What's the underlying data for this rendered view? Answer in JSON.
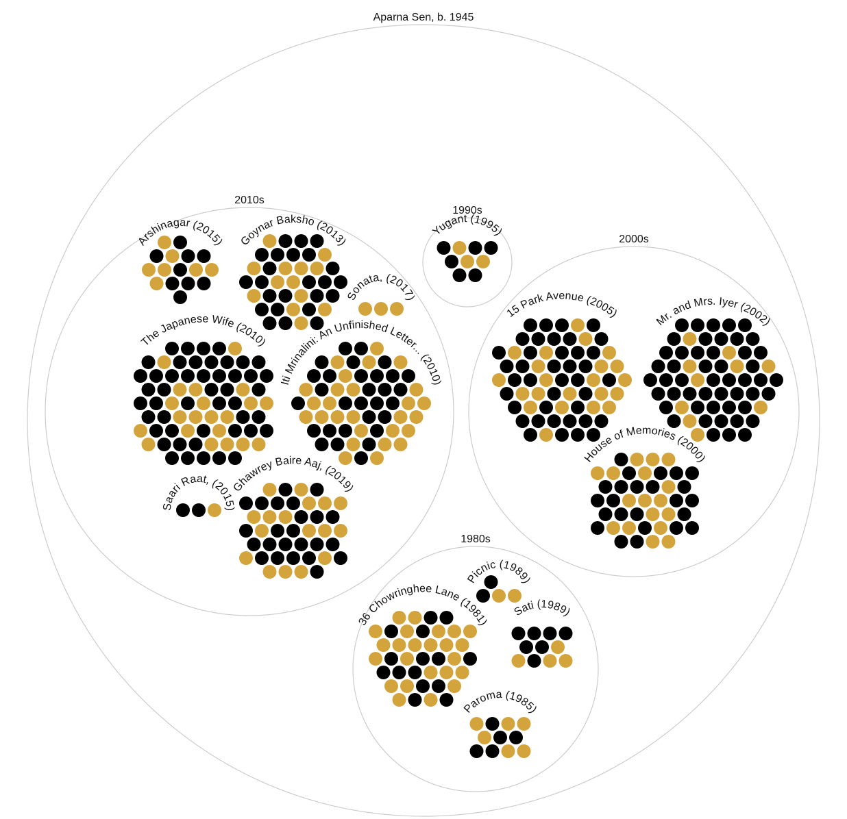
{
  "chart_data": {
    "type": "circle-packing",
    "title": "Aparna Sen, b. 1945",
    "color_key": {
      "gold": "#d4a43c",
      "black": "#000000"
    },
    "groups": [
      {
        "label": "2010s",
        "films": [
          {
            "label": "Arshinagar (2015)",
            "gold": 7,
            "black": 9
          },
          {
            "label": "Goynar Baksho (2013)",
            "gold": 13,
            "black": 24
          },
          {
            "label": "Sonata, (2017)",
            "gold": 3,
            "black": 0
          },
          {
            "label": "The Japanese Wife (2010)",
            "gold": 21,
            "black": 48
          },
          {
            "label": "Iti Mrinalini: An Unfinished Letter... (2010)",
            "gold": 27,
            "black": 30
          },
          {
            "label": "Saari Raat, (2015)",
            "gold": 1,
            "black": 2
          },
          {
            "label": "Ghawrey Baire Aaj, (2019)",
            "gold": 17,
            "black": 24
          }
        ]
      },
      {
        "label": "1990s",
        "films": [
          {
            "label": "Yugant (1995)",
            "gold": 3,
            "black": 6
          }
        ]
      },
      {
        "label": "2000s",
        "films": [
          {
            "label": "15 Park Avenue (2005)",
            "gold": 22,
            "black": 40
          },
          {
            "label": "Mr. and Mrs. Iyer (2002)",
            "gold": 10,
            "black": 50
          },
          {
            "label": "House of Memories (2000)",
            "gold": 17,
            "black": 24
          }
        ]
      },
      {
        "label": "1980s",
        "films": [
          {
            "label": "Picnic (1989)",
            "gold": 2,
            "black": 2
          },
          {
            "label": "36 Chowringhee Lane (1981)",
            "gold": 24,
            "black": 15
          },
          {
            "label": "Sati (1989)",
            "gold": 4,
            "black": 7
          },
          {
            "label": "Paroma (1985)",
            "gold": 6,
            "black": 5
          }
        ]
      }
    ]
  }
}
